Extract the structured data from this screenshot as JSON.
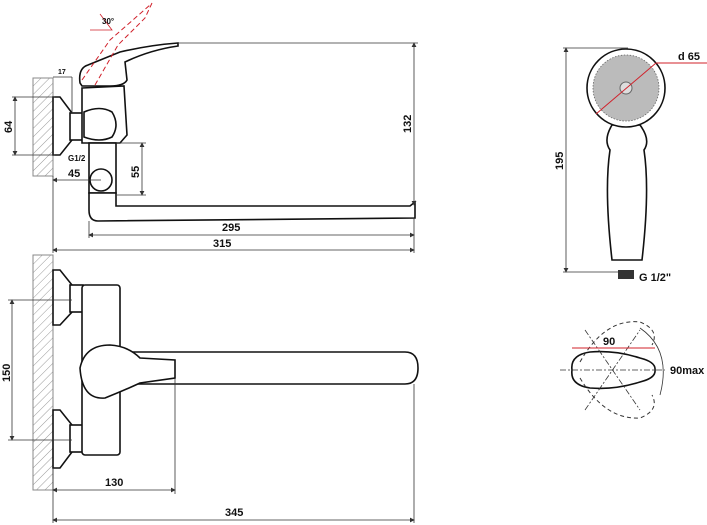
{
  "drawing": {
    "side_view": {
      "angle": "30°",
      "flange_depth": "17",
      "flange_height": "64",
      "thread": "G1/2",
      "offset": "45",
      "spout_drop": "55",
      "height": "132",
      "spout_length": "295",
      "total_length": "315"
    },
    "front_view": {
      "center_distance": "150",
      "handle_reach": "130",
      "total_length": "345"
    },
    "hand_shower": {
      "diameter": "d 65",
      "length": "195",
      "thread": "G 1/2\""
    },
    "lever_top_view": {
      "length": "90",
      "rotation": "90max"
    }
  },
  "colors": {
    "accent": "#d0202a",
    "line": "#111111"
  }
}
